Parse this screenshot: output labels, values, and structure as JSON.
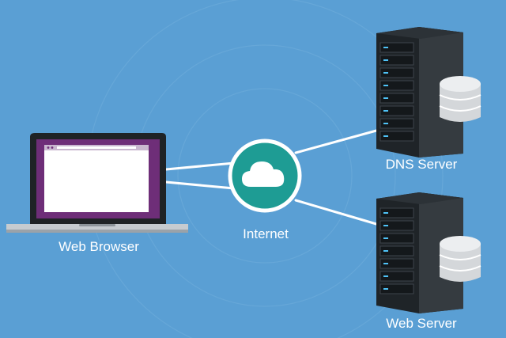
{
  "nodes": {
    "browser_label": "Web Browser",
    "internet_label": "Internet",
    "dns_label": "DNS Server",
    "web_label": "Web Server"
  },
  "colors": {
    "background": "#5a9fd4",
    "ring": "#7fb6e0",
    "connector": "#ffffff",
    "hub_fill": "#1e9c94",
    "hub_border": "#ffffff",
    "laptop_frame": "#1f2326",
    "screen_purple": "#6e2e78",
    "server_body": "#1f2428",
    "server_side": "#353b40",
    "database": "#e4e6e8"
  },
  "icons": {
    "laptop": "laptop-icon",
    "cloud": "cloud-icon",
    "dns_server": "server-rack-icon",
    "web_server": "server-rack-icon",
    "database": "database-icon"
  }
}
